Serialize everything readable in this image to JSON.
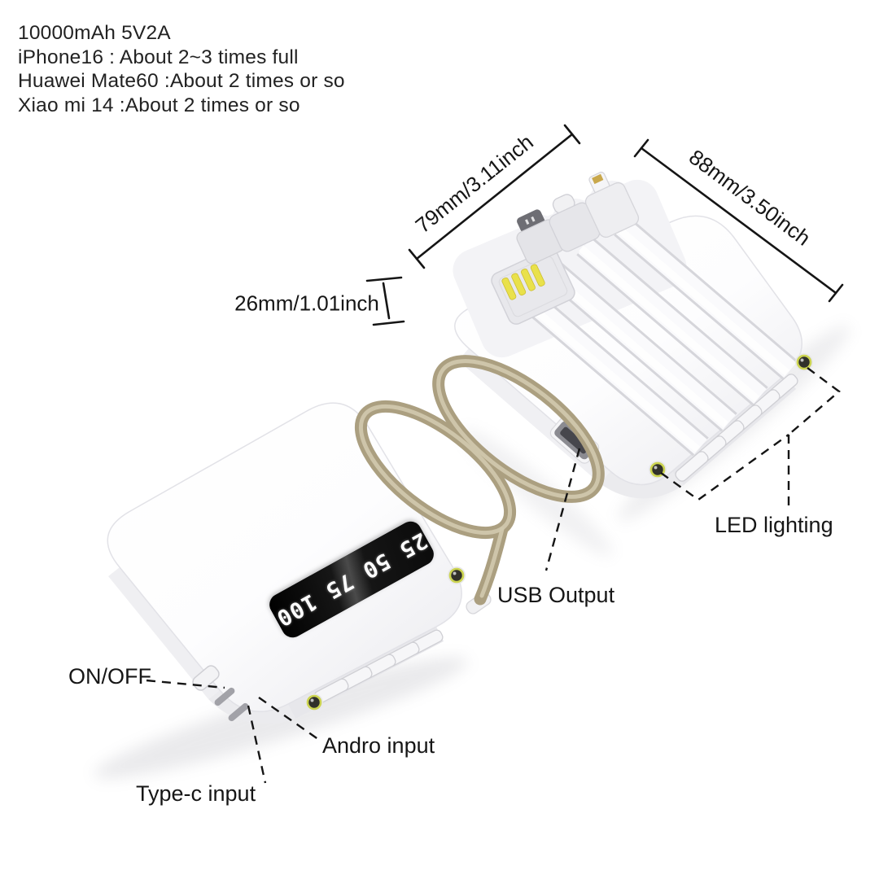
{
  "specs": {
    "capacity": "10000mAh 5V2A",
    "iphone": "iPhone16 : About 2~3 times full",
    "huawei": "Huawei Mate60 :About 2 times or so",
    "xiaomi": "Xiao mi 14 :About 2 times or so"
  },
  "dimensions": {
    "width_label": "79mm/3.11inch",
    "length_label": "88mm/3.50inch",
    "thickness_label": "26mm/1.01inch"
  },
  "callouts": {
    "led_lighting": "LED lighting",
    "usb_output": "USB Output",
    "power_switch": "ON/OFF",
    "android_input": "Andro input",
    "type_c_input": "Type-c input"
  },
  "battery_display": {
    "levels": "25 50 75 100"
  },
  "colors": {
    "annotation_text": "#1c1c1c",
    "strap": "#ab9f80",
    "strap_highlight": "#d2c9ae",
    "led_ring": "#ccd450",
    "usb_pins": "#e9e14b",
    "display_background": "#0a0a0a",
    "display_digits": "#ffffff",
    "body_white": "#ffffff"
  }
}
